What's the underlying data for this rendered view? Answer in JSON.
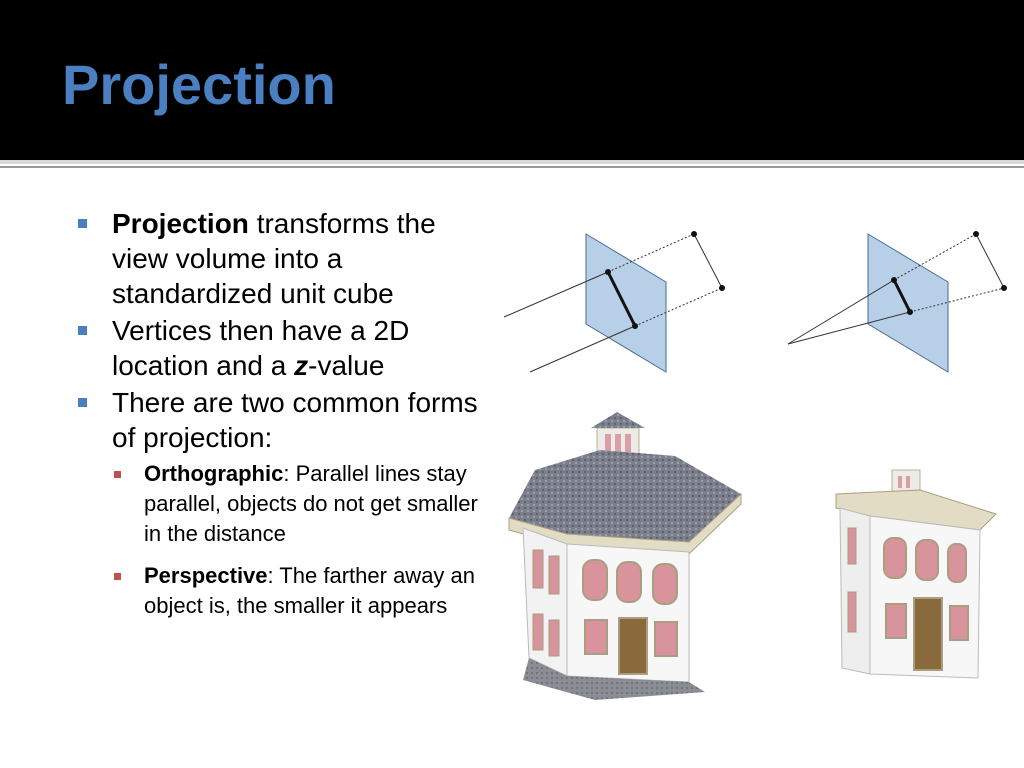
{
  "slide": {
    "title": "Projection"
  },
  "bullets": {
    "b1": {
      "bold": "Projection",
      "rest": " transforms the view volume into a standardized unit cube"
    },
    "b2": {
      "before": "Vertices then have a 2D location and a ",
      "italic": "z",
      "after": "-value"
    },
    "b3": {
      "text": "There are two common forms of projection:"
    },
    "sub1": {
      "bold": "Orthographic",
      "rest": ": Parallel lines stay parallel, objects do not get smaller in the distance"
    },
    "sub2": {
      "bold": "Perspective",
      "rest": ": The farther away an object is, the smaller it appears"
    }
  },
  "colors": {
    "title": "#4a7fc1",
    "bullet_marker": "#4a7fc1",
    "sub_marker": "#c0504d",
    "plane_fill": "#b8cfe8"
  }
}
